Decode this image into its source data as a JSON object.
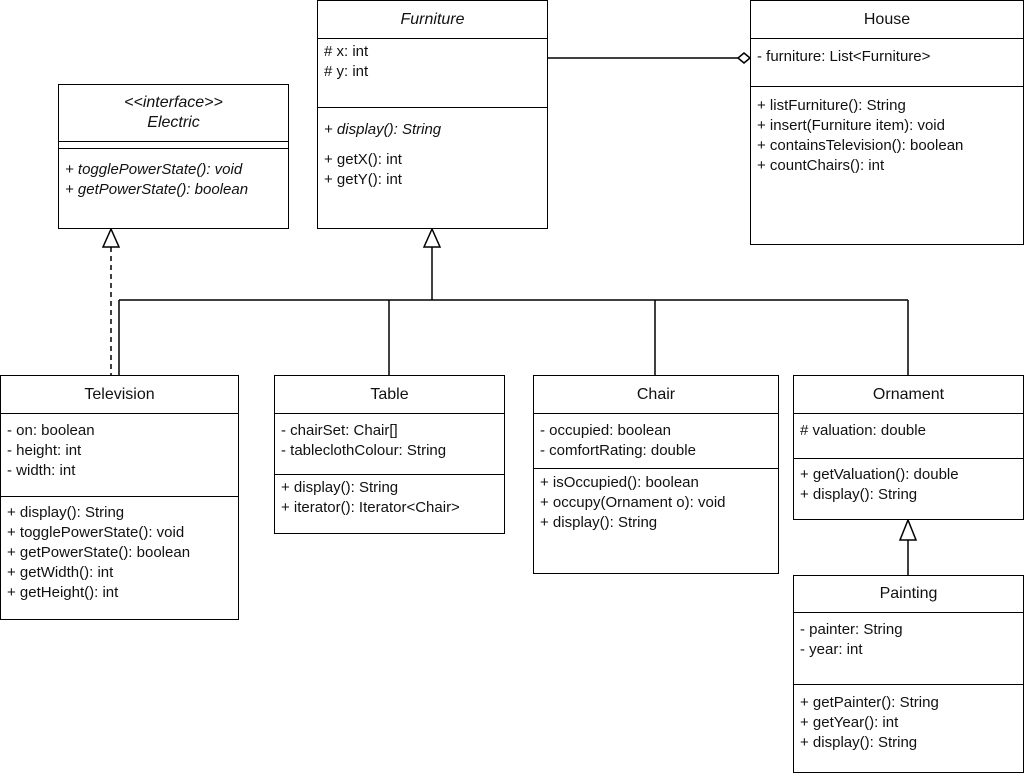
{
  "classes": {
    "furniture": {
      "name": "Furniture",
      "attributes": [
        "# x: int",
        "# y: int"
      ],
      "abstract_method": "+ display(): String",
      "methods": [
        "+ getX(): int",
        "+ getY(): int"
      ]
    },
    "house": {
      "name": "House",
      "attributes": [
        "- furniture: List<Furniture>"
      ],
      "methods": [
        "+ listFurniture(): String",
        "+ insert(Furniture item): void",
        "+ containsTelevision(): boolean",
        "+ countChairs(): int"
      ]
    },
    "electric": {
      "stereotype": "<<interface>>",
      "name": "Electric",
      "methods": [
        "+ togglePowerState(): void",
        "+ getPowerState(): boolean"
      ]
    },
    "television": {
      "name": "Television",
      "attributes": [
        "- on: boolean",
        "- height: int",
        "- width: int"
      ],
      "methods": [
        "+ display(): String",
        "+ togglePowerState(): void",
        "+ getPowerState(): boolean",
        "+ getWidth(): int",
        "+ getHeight(): int"
      ]
    },
    "table": {
      "name": "Table",
      "attributes": [
        "- chairSet: Chair[]",
        "- tableclothColour: String"
      ],
      "methods": [
        "+ display(): String",
        "+ iterator(): Iterator<Chair>"
      ]
    },
    "chair": {
      "name": "Chair",
      "attributes": [
        "- occupied: boolean",
        "- comfortRating: double"
      ],
      "methods": [
        "+ isOccupied(): boolean",
        "+ occupy(Ornament o): void",
        "+ display(): String"
      ]
    },
    "ornament": {
      "name": "Ornament",
      "attributes": [
        "# valuation: double"
      ],
      "methods": [
        "+ getValuation(): double",
        "+ display(): String"
      ]
    },
    "painting": {
      "name": "Painting",
      "attributes": [
        "- painter: String",
        "- year: int"
      ],
      "methods": [
        "+ getPainter(): String",
        "+ getYear(): int",
        "+ display(): String"
      ]
    }
  }
}
